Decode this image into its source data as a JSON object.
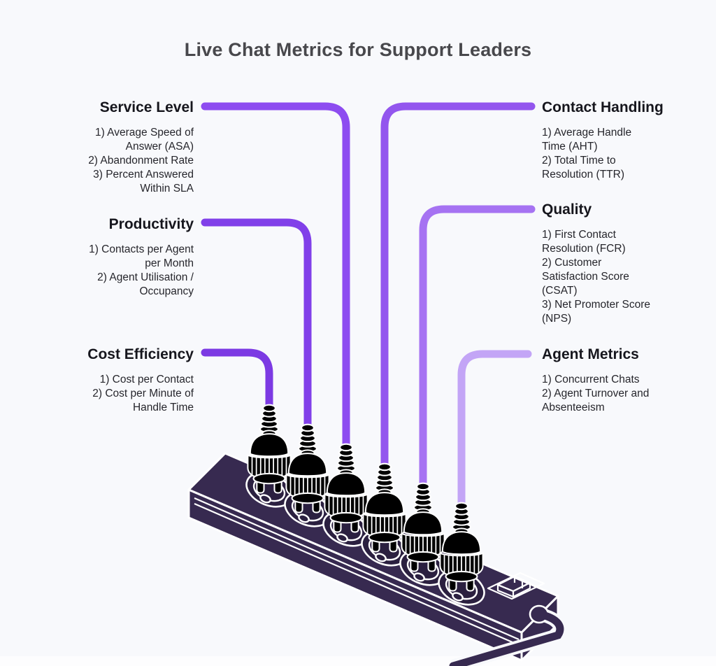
{
  "title": "Live Chat Metrics for Support Leaders",
  "colors": {
    "background": "#f8f9fc",
    "bottom_band": "#fdfdfe",
    "strip": "#372a50",
    "socket": "#2b2040"
  },
  "sections": {
    "service_level": {
      "title": "Service Level",
      "lines": [
        "1) Average Speed of",
        "Answer (ASA)",
        "2) Abandonment Rate",
        "3) Percent Answered",
        "Within SLA"
      ],
      "cord_color": "#8d4cf0",
      "plug_color": "#8646ec"
    },
    "productivity": {
      "title": "Productivity",
      "lines": [
        "1) Contacts per Agent",
        "per Month",
        "2) Agent Utilisation /",
        "Occupancy"
      ],
      "cord_color": "#8140e9",
      "plug_color": "#7c39e6"
    },
    "cost_efficiency": {
      "title": "Cost Efficiency",
      "lines": [
        "1) Cost per Contact",
        "2) Cost per Minute of",
        "Handle Time"
      ],
      "cord_color": "#7c3ae3",
      "plug_color": "#6f2cd8"
    },
    "contact_handling": {
      "title": "Contact Handling",
      "lines": [
        "1) Average Handle",
        "Time (AHT)",
        "2) Total Time to",
        "Resolution (TTR)"
      ],
      "cord_color": "#9356ee",
      "plug_color": "#9158ee"
    },
    "quality": {
      "title": "Quality",
      "lines": [
        "1) First Contact",
        "Resolution (FCR)",
        "2) Customer",
        "Satisfaction Score",
        "(CSAT)",
        "3) Net Promoter Score",
        "(NPS)"
      ],
      "cord_color": "#a673f2",
      "plug_color": "#a671f1"
    },
    "agent_metrics": {
      "title": "Agent Metrics",
      "lines": [
        "1) Concurrent Chats",
        "2) Agent Turnover and",
        "Absenteeism"
      ],
      "cord_color": "#c3a5f6",
      "plug_color": "#bfa0f4"
    }
  }
}
